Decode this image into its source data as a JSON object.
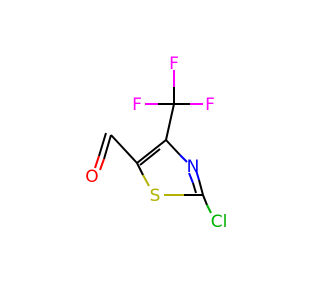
{
  "molecule": {
    "colors": {
      "carbon": "#000000",
      "oxygen": "#ff0000",
      "nitrogen": "#0000ff",
      "sulfur": "#b2b200",
      "fluorine": "#ff00ff",
      "chlorine": "#00b200"
    },
    "atoms": {
      "f1": "F",
      "f2": "F",
      "f3": "F",
      "o": "O",
      "n": "N",
      "s": "S",
      "cl": "Cl"
    }
  }
}
